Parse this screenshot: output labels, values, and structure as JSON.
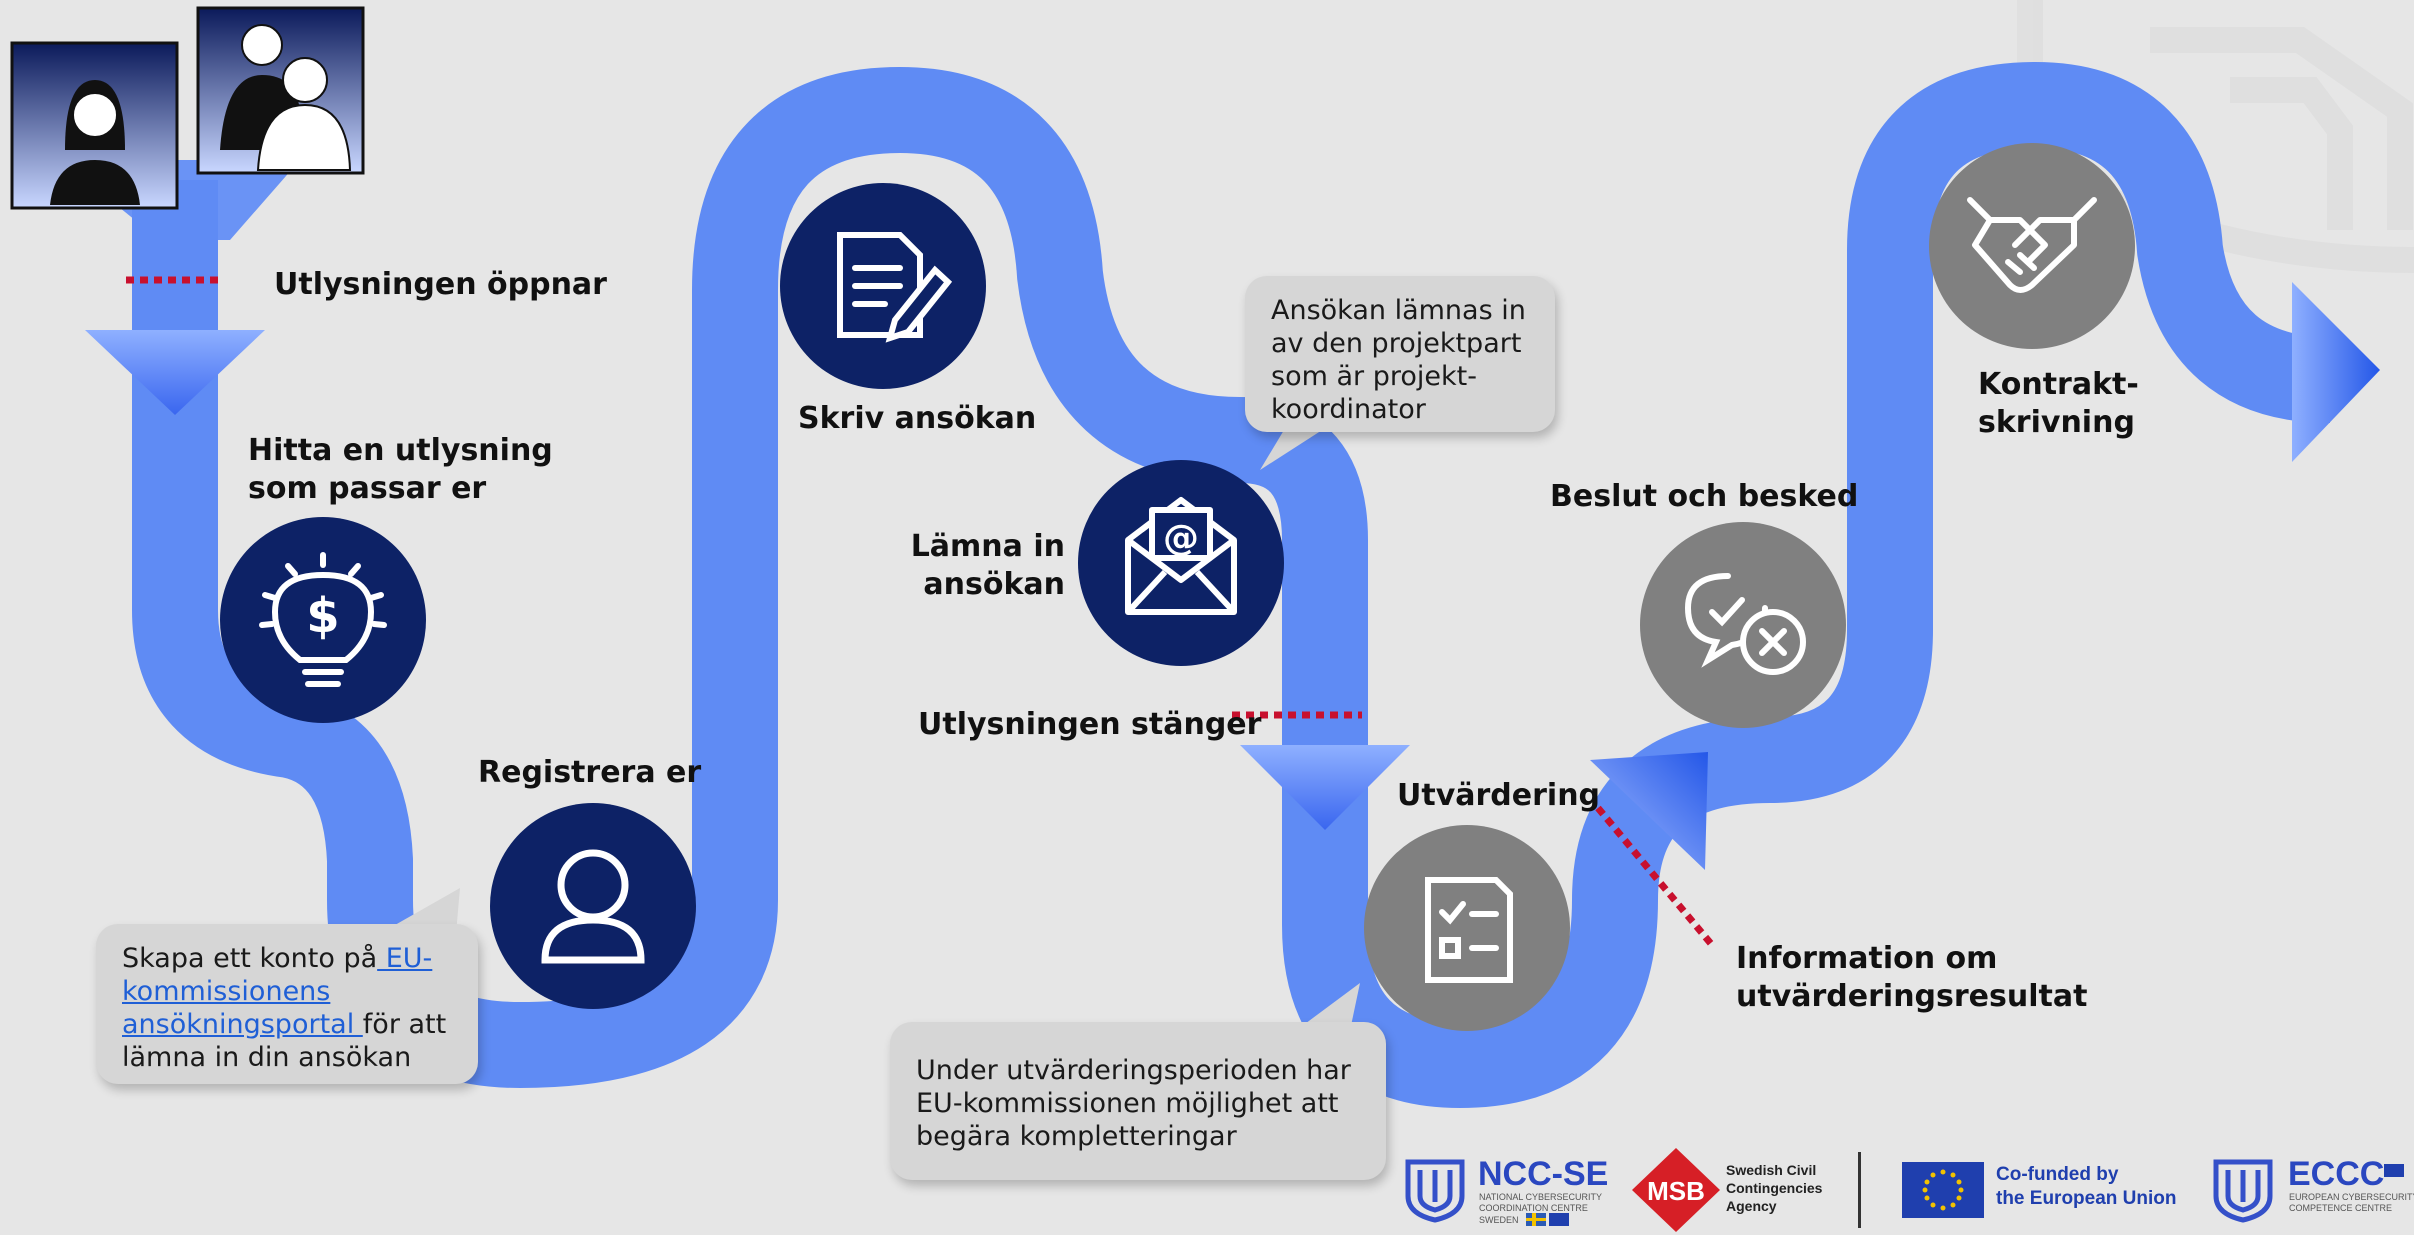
{
  "steps": {
    "call_opens": "Utlysningen öppnar",
    "find_call": [
      "Hitta en utlysning",
      "som passar er"
    ],
    "register": "Registrera er",
    "write": "Skriv ansökan",
    "submit": [
      "Lämna in",
      "ansökan"
    ],
    "call_closes": "Utlysningen stänger",
    "evaluation": "Utvärdering",
    "decision": "Beslut och besked",
    "contract": [
      "Kontrakt-",
      "skrivning"
    ],
    "eval_info": [
      "Information om",
      "utvärderingsresultat"
    ]
  },
  "bubbles": {
    "account": {
      "before": "Skapa ett konto på",
      "link": " EU-kommissionens ansökningsportal ",
      "after": "för att lämna in din ansökan"
    },
    "coordinator": [
      "Ansökan lämnas in",
      "av den projektpart",
      "som är projekt-",
      "koordinator"
    ],
    "complement": [
      "Under utvärderingsperioden har",
      "EU-kommissionen möjlighet att",
      "begära kompletteringar"
    ]
  },
  "logos": {
    "ncc": {
      "title": "NCC-SE",
      "sub1": "NATIONAL CYBERSECURITY",
      "sub2": "COORDINATION CENTRE",
      "sub3": "SWEDEN"
    },
    "msb": {
      "mark": "MSB",
      "l1": "Swedish Civil",
      "l2": "Contingencies",
      "l3": "Agency"
    },
    "eu": {
      "l1": "Co-funded by",
      "l2": "the European Union"
    },
    "eccc": {
      "title": "ECCC",
      "sub1": "EUROPEAN CYBERSECURITY",
      "sub2": "COMPETENCE CENTRE"
    }
  },
  "icons": [
    "people-icon",
    "lightbulb-dollar-icon",
    "user-icon",
    "document-pen-icon",
    "envelope-at-icon",
    "checklist-icon",
    "chat-check-cross-icon",
    "handshake-icon"
  ],
  "colors": {
    "road": "#5a87f3",
    "dark_node": "#0d2266",
    "grey_node": "#808080",
    "marker": "#c8102e",
    "bubble": "#d6d6d6"
  }
}
